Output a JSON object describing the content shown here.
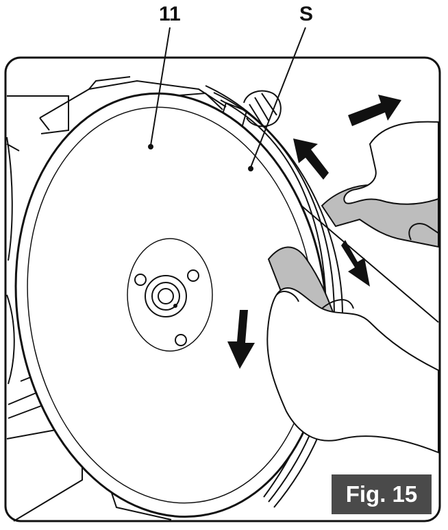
{
  "callouts": {
    "part_number": "11",
    "part_letter": "S"
  },
  "figure": {
    "label": "Fig. 15"
  },
  "icons": [
    "arrow-up-right-icon",
    "arrow-up-left-icon",
    "arrow-down-right-icon",
    "arrow-down-icon"
  ],
  "colors": {
    "line": "#111111",
    "badge_bg": "#4a4a4a",
    "badge_text": "#ffffff",
    "hand_fill": "#ffffff",
    "cloth_fill": "#bdbdbd"
  }
}
